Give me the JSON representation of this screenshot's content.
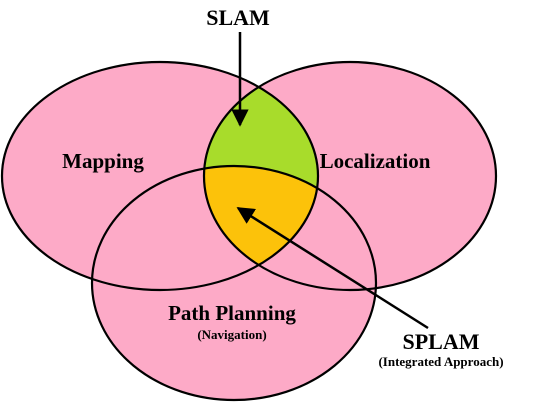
{
  "diagram": {
    "circles": {
      "mapping": "Mapping",
      "localization": "Localization",
      "path_planning": "Path Planning",
      "path_planning_sub": "(Navigation)"
    },
    "callouts": {
      "slam": "SLAM",
      "splam": "SPLAM",
      "splam_sub": "(Integrated Approach)"
    },
    "colors": {
      "circle_fill": "#fdaac7",
      "slam_region": "#a8dc2b",
      "splam_region": "#fcc20a",
      "outline": "#000000"
    }
  }
}
